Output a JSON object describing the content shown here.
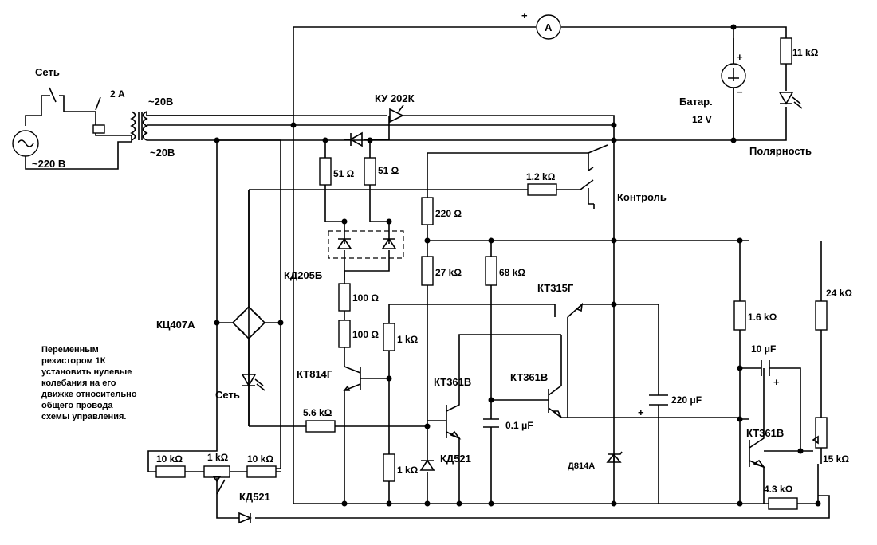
{
  "labels": {
    "mains": "Сеть",
    "v220": "~220  В",
    "fuse": "2 А",
    "t_top": "~20В",
    "t_bot": "~20В",
    "scr": "КУ 202К",
    "bridge": "КЦ407А",
    "diodes": "КД205Б",
    "r51a": "51 Ω",
    "r51b": "51 Ω",
    "r100a": "100 Ω",
    "r100b": "100 Ω",
    "r1k_a": "1 kΩ",
    "r1k_b": "1 kΩ",
    "r12k": "1.2 kΩ",
    "control": "Контроль",
    "r220": "220 Ω",
    "r27k": "27 kΩ",
    "r68k": "68 kΩ",
    "kt315": "КТ315Г",
    "kt814": "КТ814Г",
    "kt361a": "КТ361В",
    "kt361b": "КТ361В",
    "kt361c": "КТ361В",
    "c01": "0.1 μF",
    "c220": "220 μF",
    "c10": "10 μF",
    "zener": "Д814А",
    "kd521a": "КД521",
    "kd521b": "КД521",
    "r56k": "5.6 kΩ",
    "r10k_a": "10 kΩ",
    "r1k_pot": "1 kΩ",
    "r10k_b": "10 kΩ",
    "r16k": "1.6 kΩ",
    "r24k": "24 kΩ",
    "r15k": "15 kΩ",
    "r43k": "4.3 kΩ",
    "r11k": "11 kΩ",
    "battery": "Батар.",
    "battery_v": "12 V",
    "polarity": "Полярность",
    "net_led": "Сеть",
    "ammeter": "A",
    "plus": "+",
    "minus": "−"
  },
  "note": [
    "Переменным",
    "резистором 1К",
    "установить нулевые",
    "колебания  на его",
    "движке  относительно",
    "общего провода",
    "схемы  управления."
  ],
  "colors": {
    "ink": "#000000",
    "paper": "#ffffff"
  }
}
